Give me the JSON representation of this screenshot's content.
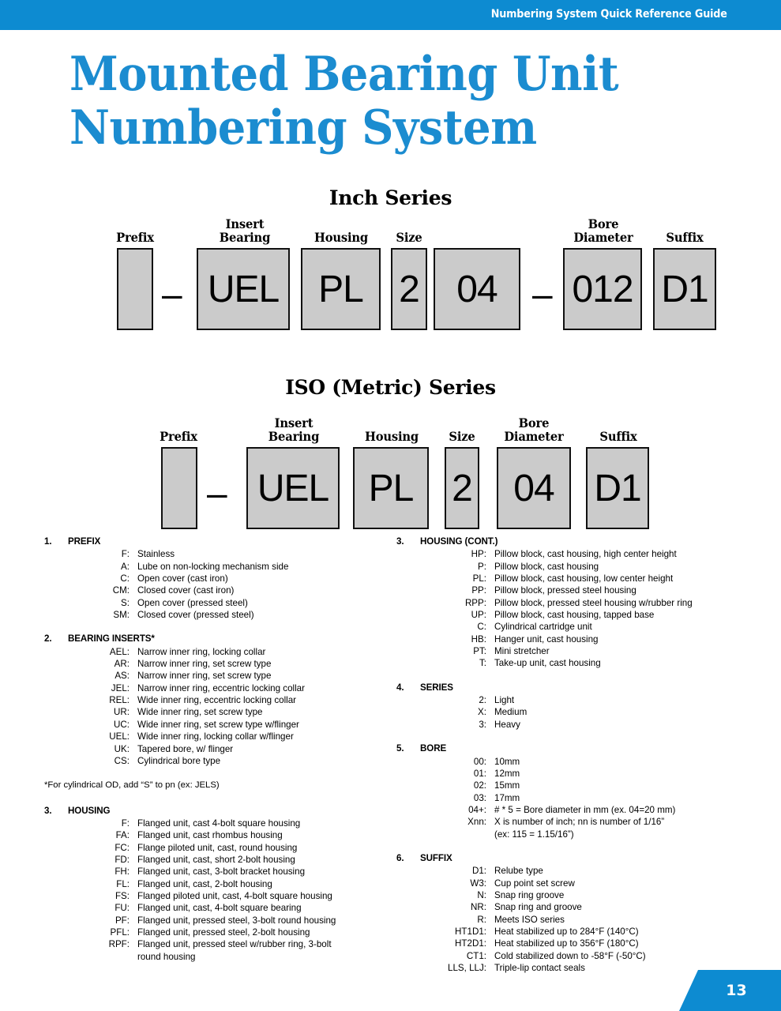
{
  "header": {
    "title": "Numbering System Quick Reference Guide",
    "accent_color": "#0d8bd1"
  },
  "page_title": {
    "line1": "Mounted Bearing Unit",
    "line2": "Numbering System",
    "color": "#1b8cd0"
  },
  "diagrams": [
    {
      "id": "inch",
      "title": "Inch Series",
      "cells": [
        {
          "label": "Prefix",
          "value": ""
        },
        {
          "label": "Insert\nBearing",
          "value": "UEL"
        },
        {
          "label": "Housing",
          "value": "PL"
        },
        {
          "label": "Size",
          "value": "2"
        },
        {
          "label": "",
          "value": "04"
        },
        {
          "label": "Bore\nDiameter",
          "value": "012"
        },
        {
          "label": "Suffix",
          "value": "D1"
        }
      ],
      "separators": [
        "–",
        "–"
      ]
    },
    {
      "id": "iso",
      "title": "ISO (Metric) Series",
      "cells": [
        {
          "label": "Prefix",
          "value": ""
        },
        {
          "label": "Insert\nBearing",
          "value": "UEL"
        },
        {
          "label": "Housing",
          "value": "PL"
        },
        {
          "label": "Size",
          "value": "2"
        },
        {
          "label": "Bore\nDiameter",
          "value": "04"
        },
        {
          "label": "Suffix",
          "value": "D1"
        }
      ],
      "separators": [
        "–"
      ]
    }
  ],
  "inch": {
    "title": "Inch Series",
    "cap_prefix": "Prefix",
    "cap_insert_1": "Insert",
    "cap_insert_2": "Bearing",
    "cap_housing": "Housing",
    "cap_size": "Size",
    "cap_bore_1": "Bore",
    "cap_bore_2": "Diameter",
    "cap_suffix": "Suffix",
    "box_prefix": "",
    "box_insert": "UEL",
    "box_housing": "PL",
    "box_size": "2",
    "box_series": "04",
    "box_bore": "012",
    "box_suffix": "D1",
    "dash_1": "–",
    "dash_2": "–"
  },
  "iso": {
    "title": "ISO (Metric) Series",
    "cap_prefix": "Prefix",
    "cap_insert_1": "Insert",
    "cap_insert_2": "Bearing",
    "cap_housing": "Housing",
    "cap_size": "Size",
    "cap_bore_1": "Bore",
    "cap_bore_2": "Diameter",
    "cap_suffix": "Suffix",
    "box_prefix": "",
    "box_insert": "UEL",
    "box_housing": "PL",
    "box_size": "2",
    "box_bore": "04",
    "box_suffix": "D1",
    "dash_1": "–"
  },
  "legend_left": {
    "s1": {
      "num": "1.",
      "title": "PREFIX",
      "entries": [
        {
          "code": "F:",
          "desc": "Stainless"
        },
        {
          "code": "A:",
          "desc": "Lube on non-locking mechanism side"
        },
        {
          "code": "C:",
          "desc": "Open cover (cast iron)"
        },
        {
          "code": "CM:",
          "desc": "Closed cover (cast iron)"
        },
        {
          "code": "S:",
          "desc": "Open cover (pressed steel)"
        },
        {
          "code": "SM:",
          "desc": "Closed cover (pressed steel)"
        }
      ]
    },
    "s2": {
      "num": "2.",
      "title": "BEARING INSERTS*",
      "entries": [
        {
          "code": "AEL:",
          "desc": "Narrow inner ring, locking collar"
        },
        {
          "code": "AR:",
          "desc": "Narrow inner ring, set screw type"
        },
        {
          "code": "AS:",
          "desc": "Narrow inner ring, set screw type"
        },
        {
          "code": "JEL:",
          "desc": "Narrow inner ring, eccentric locking collar"
        },
        {
          "code": "REL:",
          "desc": "Wide inner ring, eccentric locking collar"
        },
        {
          "code": "UR:",
          "desc": "Wide inner ring, set screw type"
        },
        {
          "code": "UC:",
          "desc": "Wide inner ring, set screw type w/flinger"
        },
        {
          "code": "UEL:",
          "desc": "Wide inner ring, locking collar w/flinger"
        },
        {
          "code": "UK:",
          "desc": "Tapered bore,  w/ flinger"
        },
        {
          "code": "CS:",
          "desc": "Cylindrical bore type"
        }
      ]
    },
    "footnote": "*For cylindrical OD, add “S” to pn (ex: JELS)",
    "s3": {
      "num": "3.",
      "title": "HOUSING",
      "entries": [
        {
          "code": "F:",
          "desc": "Flanged unit, cast 4-bolt square housing"
        },
        {
          "code": "FA:",
          "desc": "Flanged unit, cast rhombus housing"
        },
        {
          "code": "FC:",
          "desc": "Flange piloted unit, cast, round housing"
        },
        {
          "code": "FD:",
          "desc": "Flanged unit, cast, short 2-bolt housing"
        },
        {
          "code": "FH:",
          "desc": "Flanged unit, cast, 3-bolt bracket housing"
        },
        {
          "code": "FL:",
          "desc": "Flanged unit, cast, 2-bolt housing"
        },
        {
          "code": "FS:",
          "desc": "Flanged piloted unit, cast, 4-bolt square housing"
        },
        {
          "code": "FU:",
          "desc": "Flanged unit, cast, 4-bolt square bearing"
        },
        {
          "code": "PF:",
          "desc": "Flanged unit, pressed steel, 3-bolt round housing"
        },
        {
          "code": "PFL:",
          "desc": "Flanged unit, pressed steel, 2-bolt housing"
        },
        {
          "code": "RPF:",
          "desc": "Flanged unit, pressed steel w/rubber ring, 3-bolt",
          "desc2": "round housing"
        }
      ]
    }
  },
  "legend_right": {
    "s3": {
      "num": "3.",
      "title": "HOUSING (CONT.)",
      "entries": [
        {
          "code": "HP:",
          "desc": "Pillow block, cast housing, high center height"
        },
        {
          "code": "P:",
          "desc": "Pillow block, cast housing"
        },
        {
          "code": "PL:",
          "desc": "Pillow block, cast housing, low center height"
        },
        {
          "code": "PP:",
          "desc": "Pillow block, pressed steel housing"
        },
        {
          "code": "RPP:",
          "desc": "Pillow block, pressed steel housing w/rubber ring"
        },
        {
          "code": "UP:",
          "desc": "Pillow block, cast housing, tapped base"
        },
        {
          "code": "C:",
          "desc": "Cylindrical cartridge unit"
        },
        {
          "code": "HB:",
          "desc": "Hanger unit, cast housing"
        },
        {
          "code": "PT:",
          "desc": "Mini stretcher"
        },
        {
          "code": "T:",
          "desc": "Take-up unit, cast housing"
        }
      ]
    },
    "s4": {
      "num": "4.",
      "title": "SERIES",
      "entries": [
        {
          "code": "2:",
          "desc": "Light"
        },
        {
          "code": "X:",
          "desc": "Medium"
        },
        {
          "code": "3:",
          "desc": "Heavy"
        }
      ]
    },
    "s5": {
      "num": "5.",
      "title": "BORE",
      "entries": [
        {
          "code": "00:",
          "desc": "10mm"
        },
        {
          "code": "01:",
          "desc": "12mm"
        },
        {
          "code": "02:",
          "desc": "15mm"
        },
        {
          "code": "03:",
          "desc": "17mm"
        },
        {
          "code": "04+:",
          "desc": "# * 5 = Bore diameter in mm (ex. 04=20 mm)"
        },
        {
          "code": "Xnn:",
          "desc": "X is number of inch; nn is number of 1/16”",
          "desc2": "(ex: 115 = 1.15/16”)"
        }
      ]
    },
    "s6": {
      "num": "6.",
      "title": "SUFFIX",
      "entries": [
        {
          "code": "D1:",
          "desc": "Relube type"
        },
        {
          "code": "W3:",
          "desc": "Cup point set screw"
        },
        {
          "code": "N:",
          "desc": "Snap ring groove"
        },
        {
          "code": "NR:",
          "desc": "Snap ring and groove"
        },
        {
          "code": "R:",
          "desc": "Meets ISO series"
        },
        {
          "code": "HT1D1:",
          "desc": "Heat stabilized up to 284°F (140°C)"
        },
        {
          "code": "HT2D1:",
          "desc": "Heat stabilized up to 356°F (180°C)"
        },
        {
          "code": "CT1:",
          "desc": "Cold stabilized down to -58°F (-50°C)"
        },
        {
          "code": "LLS, LLJ:",
          "desc": "Triple-lip contact seals"
        }
      ]
    }
  },
  "footer": {
    "page_number": "13"
  }
}
